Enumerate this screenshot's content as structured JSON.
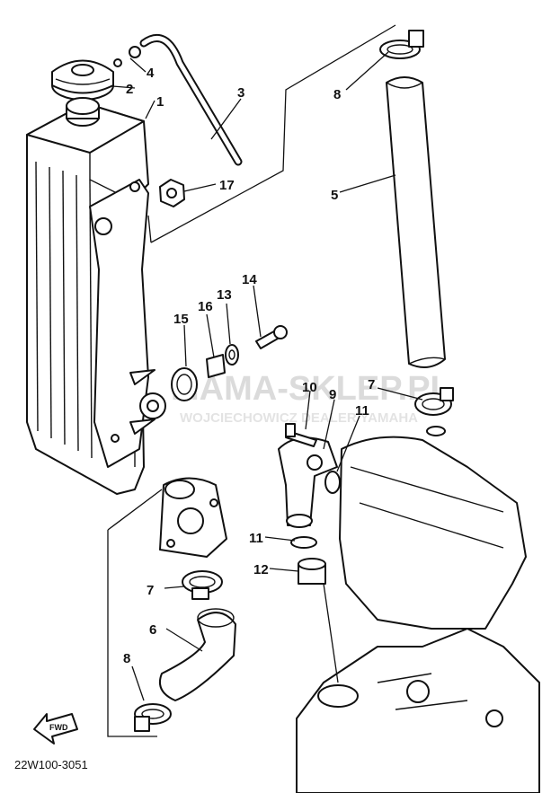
{
  "diagram": {
    "code": "22W100-3051",
    "fwd_label": "FWD",
    "watermark": {
      "brand": "MAMA-SKLEP.PL",
      "sub": "WOJCIECHOWICZ DEALER YAMAHA"
    },
    "callouts": [
      {
        "id": "1",
        "label": "1"
      },
      {
        "id": "2",
        "label": "2"
      },
      {
        "id": "3",
        "label": "3"
      },
      {
        "id": "4",
        "label": "4"
      },
      {
        "id": "5",
        "label": "5"
      },
      {
        "id": "6",
        "label": "6"
      },
      {
        "id": "7a",
        "label": "7"
      },
      {
        "id": "7b",
        "label": "7"
      },
      {
        "id": "8a",
        "label": "8"
      },
      {
        "id": "8b",
        "label": "8"
      },
      {
        "id": "9",
        "label": "9"
      },
      {
        "id": "10",
        "label": "10"
      },
      {
        "id": "11a",
        "label": "11"
      },
      {
        "id": "11b",
        "label": "11"
      },
      {
        "id": "12",
        "label": "12"
      },
      {
        "id": "13",
        "label": "13"
      },
      {
        "id": "14",
        "label": "14"
      },
      {
        "id": "15",
        "label": "15"
      },
      {
        "id": "16",
        "label": "16"
      },
      {
        "id": "17",
        "label": "17"
      }
    ]
  }
}
